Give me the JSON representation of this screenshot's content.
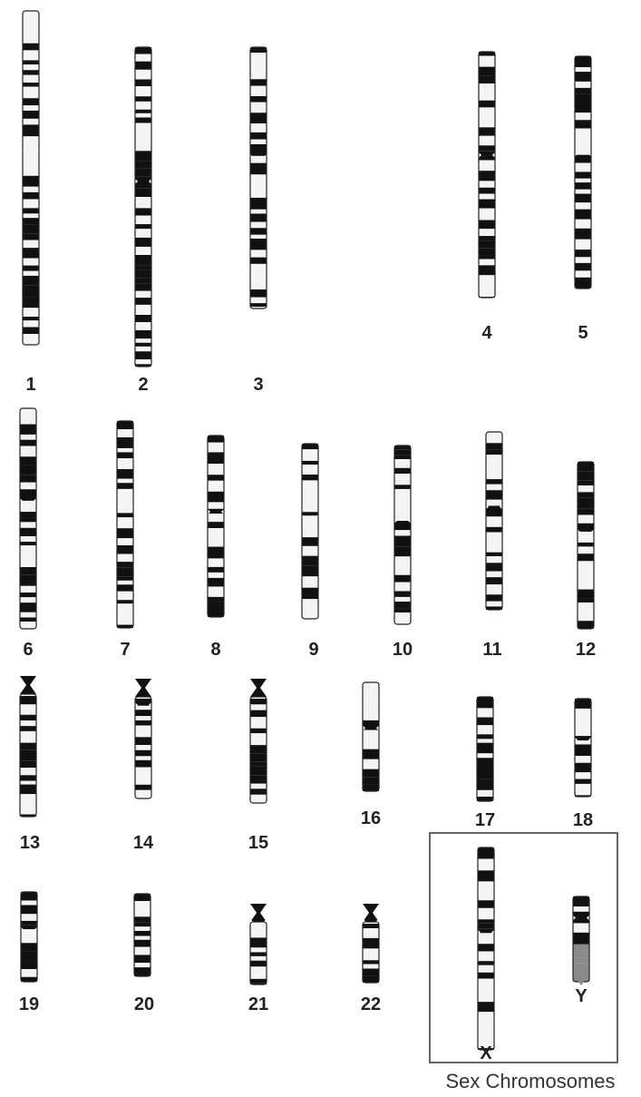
{
  "figure": {
    "chromosomes": [
      {
        "label": "1"
      },
      {
        "label": "2"
      },
      {
        "label": "3"
      },
      {
        "label": "4"
      },
      {
        "label": "5"
      },
      {
        "label": "6"
      },
      {
        "label": "7"
      },
      {
        "label": "8"
      },
      {
        "label": "9"
      },
      {
        "label": "10"
      },
      {
        "label": "11"
      },
      {
        "label": "12"
      },
      {
        "label": "13"
      },
      {
        "label": "14"
      },
      {
        "label": "15"
      },
      {
        "label": "16"
      },
      {
        "label": "17"
      },
      {
        "label": "18"
      },
      {
        "label": "19"
      },
      {
        "label": "20"
      },
      {
        "label": "21"
      },
      {
        "label": "22"
      },
      {
        "label": "X"
      },
      {
        "label": "Y"
      }
    ],
    "sex_box_label": "Sex Chromosomes",
    "colors": {
      "band_dark": "#111111",
      "band_light": "#f4f4f4",
      "band_gray": "#8a8a8a",
      "outline": "#222222",
      "box": "#666666"
    }
  }
}
